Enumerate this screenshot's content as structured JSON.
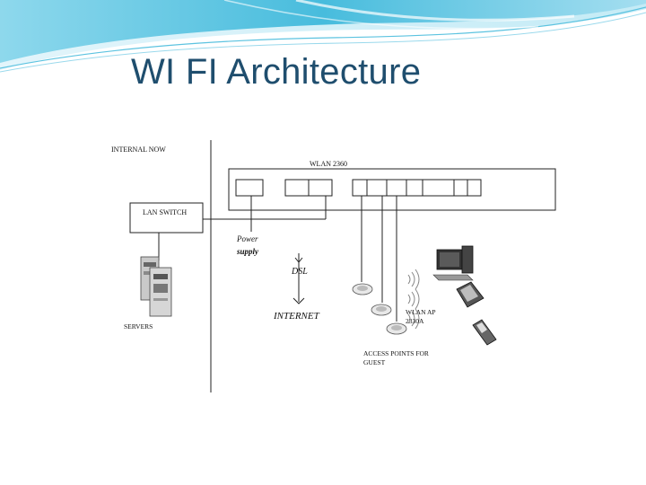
{
  "slide": {
    "title": "WI FI Architecture"
  },
  "diagram": {
    "labels": {
      "internal_now": "INTERNAL NOW",
      "wlan_switch": "WLAN 2360",
      "lan_switch": "LAN SWITCH",
      "power_supply_line1": "Power",
      "power_supply_line2": "supply",
      "dsl": "DSL",
      "internet": "INTERNET",
      "servers": "SERVERS",
      "wlan_ap_line1": "WLAN AP",
      "wlan_ap_line2": "2330A",
      "access_points_line1": "ACCESS POINTS FOR",
      "access_points_line2": "GUEST"
    },
    "colors": {
      "line": "#222222",
      "title": "#1f4e6e",
      "swoosh_dark": "#1aa3c8",
      "swoosh_light": "#bfe9f5"
    },
    "icons": [
      "server-icon",
      "access-point-icon",
      "desktop-computer-icon",
      "pda-icon",
      "mobile-phone-icon",
      "wireless-signal-icon"
    ]
  }
}
